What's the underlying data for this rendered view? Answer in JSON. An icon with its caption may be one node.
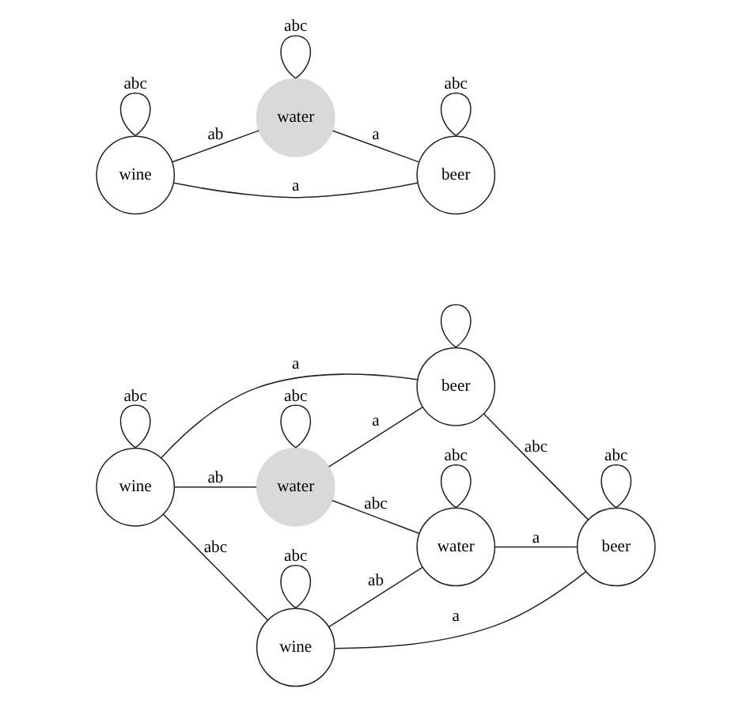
{
  "diagram": {
    "nodes": [
      {
        "text": [
          "wine"
        ]
      },
      {
        "text": [
          "water"
        ]
      },
      {
        "text": [
          "beer"
        ]
      },
      {
        "text": [
          "water"
        ]
      },
      {
        "text": [
          "wine"
        ]
      },
      {
        "text": [
          "beer"
        ]
      },
      {
        "text": [
          "water"
        ]
      },
      {
        "text": [
          "wine"
        ]
      },
      {
        "text": [
          "beer"
        ]
      }
    ],
    "edges": [
      {
        "from": 0,
        "to": 0,
        "arrow": "none",
        "label": "abc"
      },
      {
        "from": 0,
        "to": 2,
        "arrow": "none",
        "label": "a"
      },
      {
        "from": 0,
        "to": 1,
        "arrow": "none",
        "label": "ab"
      },
      {
        "from": 0,
        "to": 4,
        "arrow": "none",
        "label": "abc"
      },
      {
        "from": 1,
        "to": 1,
        "arrow": "none",
        "label": "abc"
      },
      {
        "from": 1,
        "to": 2,
        "arrow": "none",
        "label": "a"
      },
      {
        "from": 1,
        "to": 3,
        "arrow": "none",
        "label": "abc"
      },
      {
        "from": 2,
        "to": 2,
        "arrow": "none"
      },
      {
        "from": 2,
        "to": 5,
        "arrow": "none",
        "label": "abc"
      },
      {
        "from": 3,
        "to": 3,
        "arrow": "none",
        "label": "abc"
      },
      {
        "from": 4,
        "to": 4,
        "arrow": "none",
        "label": "abc"
      },
      {
        "from": 4,
        "to": 3,
        "arrow": "none",
        "label": "ab"
      },
      {
        "from": 3,
        "to": 5,
        "arrow": "none",
        "label": "a"
      },
      {
        "from": 4,
        "to": 5,
        "arrow": "none",
        "label": "a"
      },
      {
        "from": 5,
        "to": 5,
        "arrow": "none",
        "label": "abc"
      },
      {
        "from": 6,
        "to": 6,
        "arrow": "none",
        "label": "abc"
      },
      {
        "from": 7,
        "to": 7,
        "arrow": "none",
        "label": "abc"
      },
      {
        "from": 7,
        "to": 6,
        "arrow": "none",
        "label": "ab"
      },
      {
        "from": 6,
        "to": 8,
        "arrow": "none",
        "label": "a"
      },
      {
        "from": 7,
        "to": 8,
        "arrow": "none",
        "label": "a"
      },
      {
        "from": 8,
        "to": 8,
        "arrow": "none",
        "label": "abc"
      }
    ]
  }
}
